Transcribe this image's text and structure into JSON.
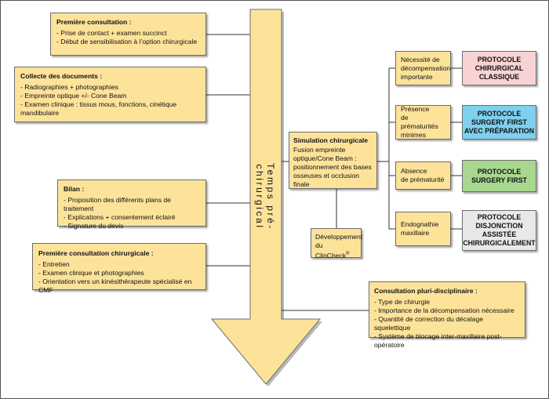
{
  "timeline_label": "Temps pré-chirurgical",
  "colors": {
    "box_fill": "#fde39a",
    "arrow_fill": "#fde39a",
    "border": "#6d6d6d",
    "protocol_classique": "#f9d3d3",
    "protocol_surgery_first_prep": "#7fd0ef",
    "protocol_surgery_first": "#a8d88f",
    "protocol_disjonction": "#e8e8e8"
  },
  "premiere_consultation": {
    "title": "Première consultation :",
    "items": [
      "Prise de contact + examen succinct",
      "Début de sensibilisation à l’option chirurgicale"
    ]
  },
  "collecte_documents": {
    "title": "Collecte des documents :",
    "items": [
      "Radiographies + photographies",
      "Empreinte optique +/- Cone Beam",
      "Examen clinique : tissus mous, fonctions, cinétique mandibulaire"
    ]
  },
  "bilan": {
    "title": "Bilan :",
    "items": [
      "Proposition des différents plans de traitement",
      "Explications + consentement éclairé",
      "Signature du devis"
    ]
  },
  "premiere_consultation_chirurgicale": {
    "title": "Première consultation chirurgicale :",
    "items": [
      "Entretien",
      "Examen clinique et photographies",
      "Orientation vers un kinésithérapeute spécialisé en CMF"
    ]
  },
  "simulation": {
    "title": "Simulation chirurgicale",
    "text": "Fusion empreinte optique/Cone Beam : positionnement des bases osseuses et occlusion finale"
  },
  "developpement": {
    "text": "Développement du ClinCheck",
    "sup": "®"
  },
  "conditions": [
    {
      "label": "Nécessité de\ndécompensation\nimportante"
    },
    {
      "label": "Présence\nde prématurités\nminimes"
    },
    {
      "label": "Absence\nde prématurité"
    },
    {
      "label": "Endognathie\nmaxillaire"
    }
  ],
  "protocols": [
    {
      "label": "PROTOCOLE\nCHIRURGICAL\nCLASSIQUE"
    },
    {
      "label": "PROTOCOLE\nSURGERY FIRST\nAVEC PRÉPARATION"
    },
    {
      "label": "PROTOCOLE\nSURGERY FIRST"
    },
    {
      "label": "PROTOCOLE\nDISJONCTION\nASSISTÉE\nCHIRURGICALEMENT"
    }
  ],
  "consultation_pluri": {
    "title": "Consultation pluri-disciplinaire :",
    "items": [
      "Type de chirurgie",
      "Importance de la décompensation nécessaire",
      "Quantité de correction du décalage squelettique",
      "Système de blocage inter-maxillaire post-opératoire"
    ]
  }
}
